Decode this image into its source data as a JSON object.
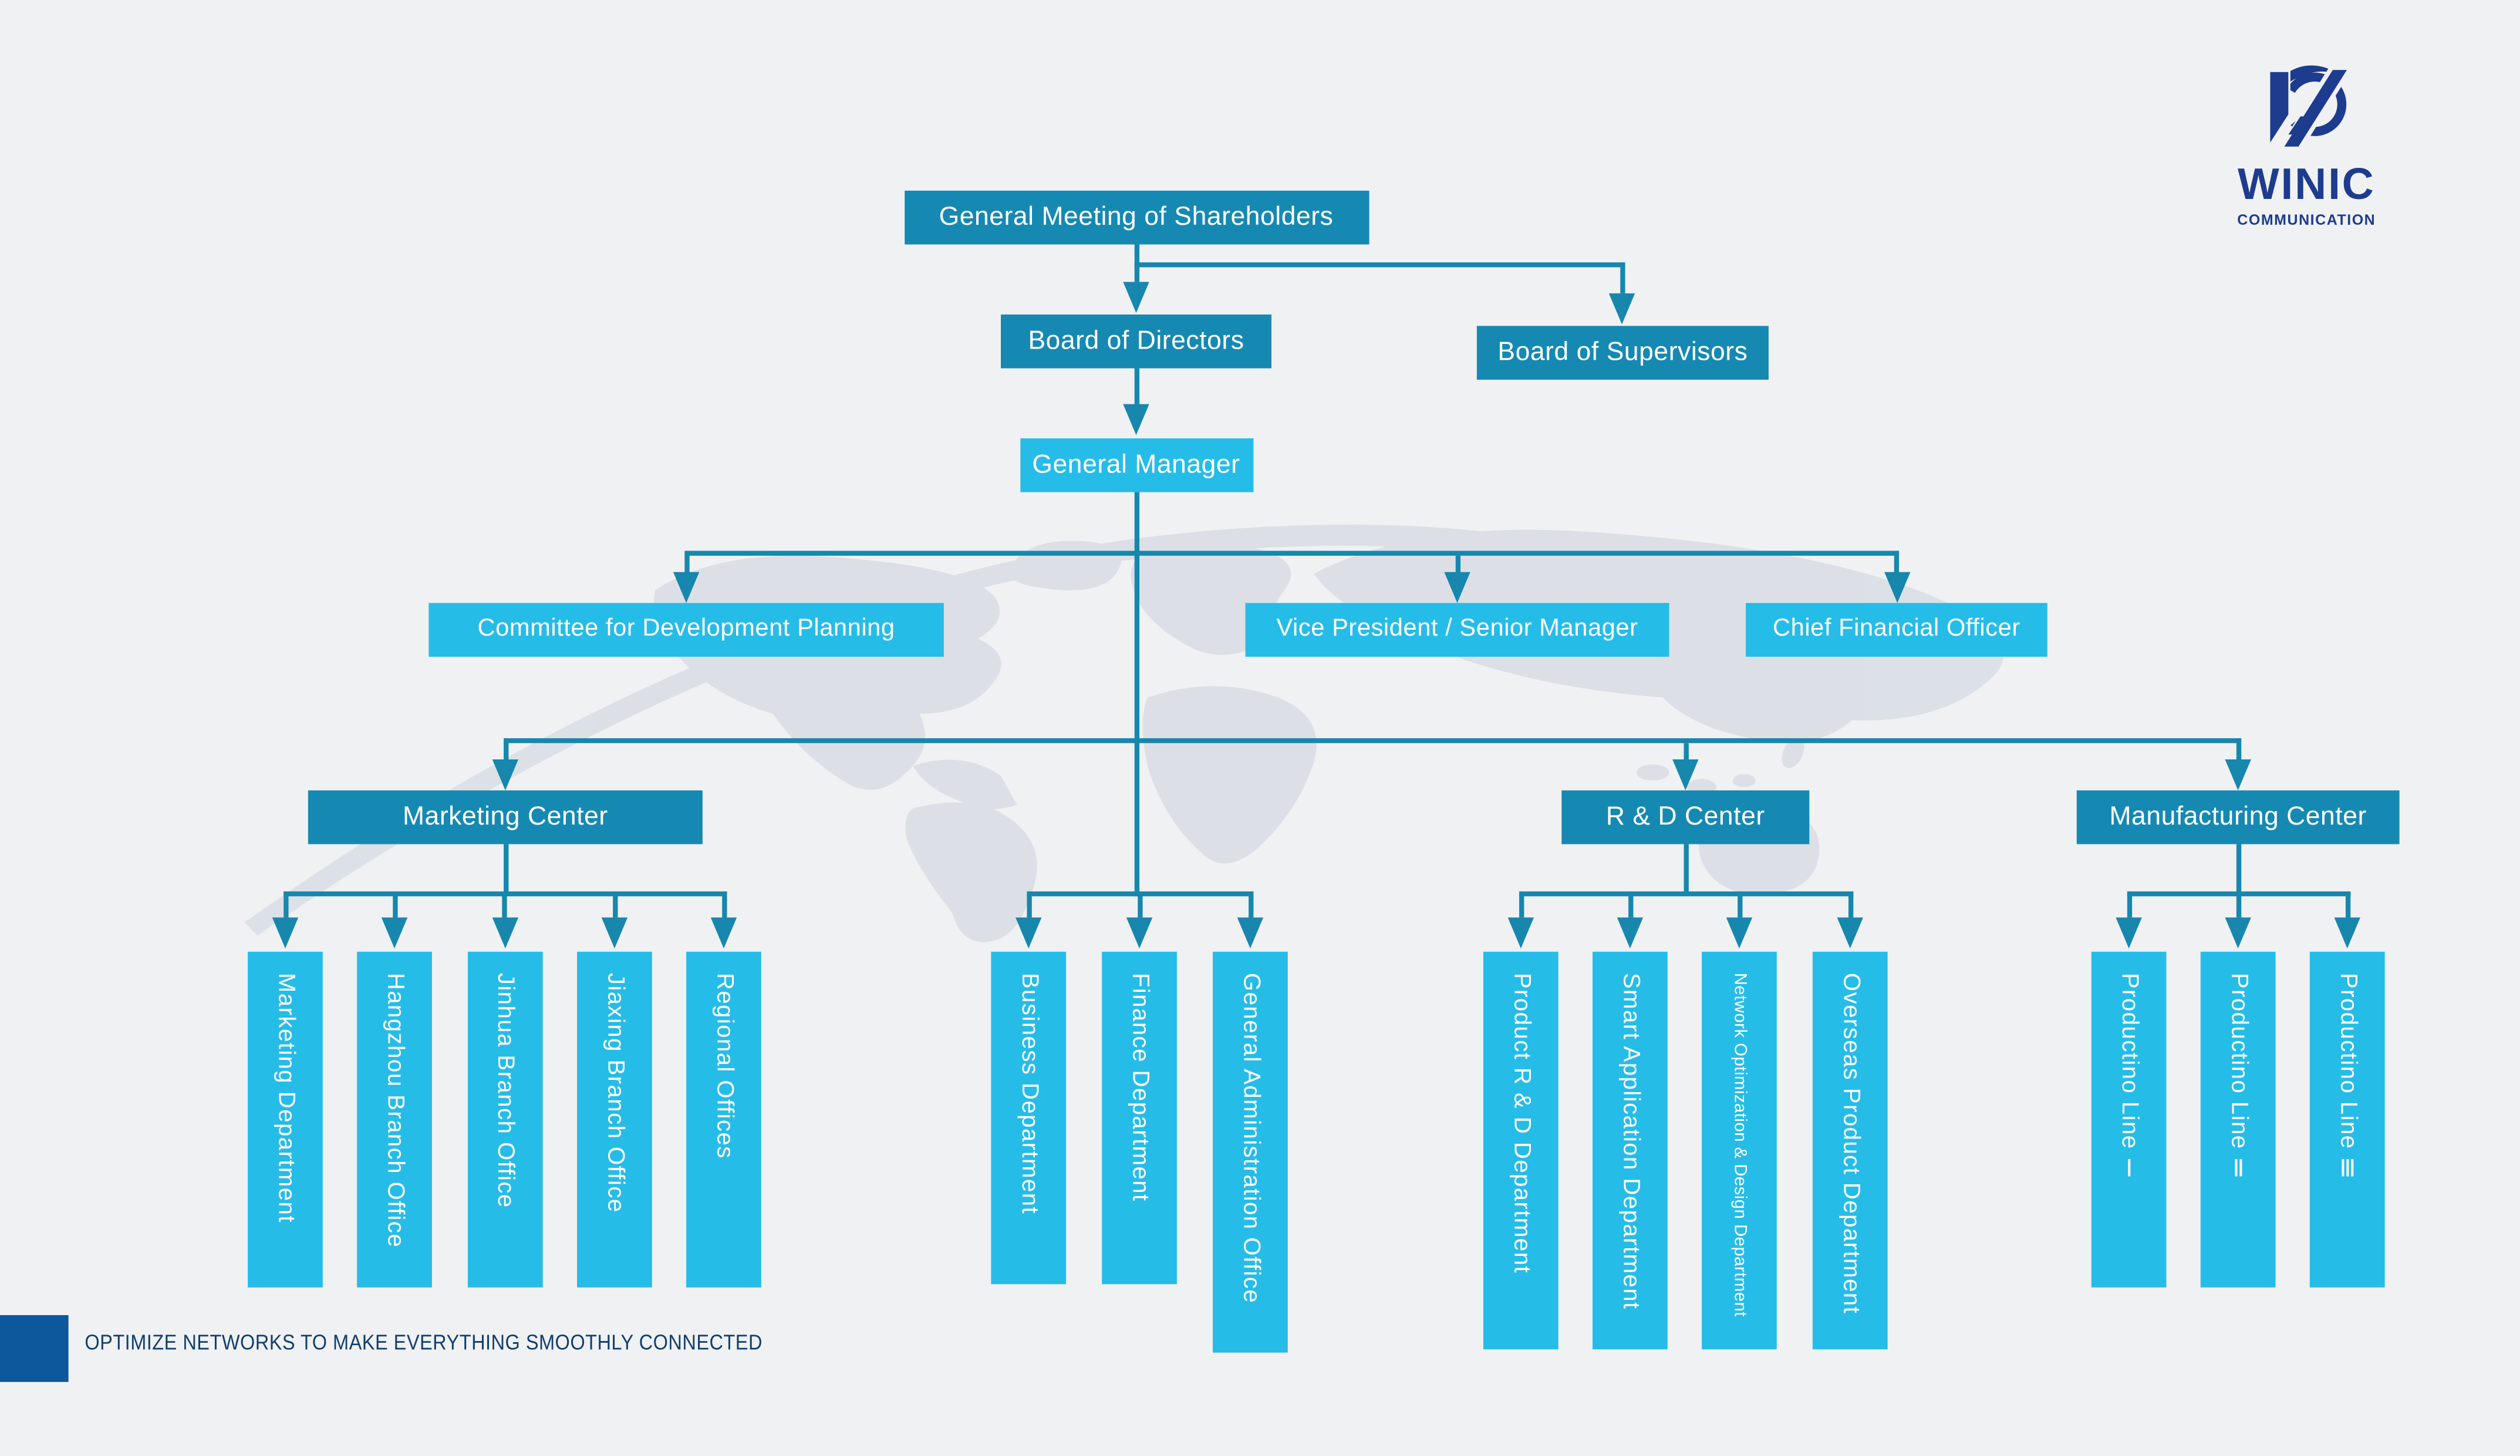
{
  "page": {
    "background": "#f0f1f3"
  },
  "colors": {
    "box_dark": "#1689b2",
    "box_light": "#26bce8",
    "connector": "#1787ad",
    "logo_navy": "#1e3c8e",
    "tagline_bar": "#0d579d",
    "tagline_text": "#113e6d",
    "map": "#ccd3dd"
  },
  "logo": {
    "brand": "WINIC",
    "subtitle": "COMMUNICATION"
  },
  "tagline": {
    "text": "OPTIMIZE NETWORKS TO MAKE EVERYTHING SMOOTHLY CONNECTED"
  },
  "org": {
    "level1": "General Meeting of Shareholders",
    "level2": [
      "Board of Directors",
      "Board of Supervisors"
    ],
    "level3": "General Manager",
    "level4": [
      "Committee for Development Planning",
      "Vice President / Senior Manager",
      "Chief Financial Officer"
    ],
    "centers": [
      "Marketing Center",
      "R & D Center",
      "Manufacturing Center"
    ],
    "marketing_children": [
      "Marketing Department",
      "Hangzhou Branch Office",
      "Jinhua Branch Office",
      "Jiaxing Branch Office",
      "Regional Offices"
    ],
    "admin_children": [
      "Business Department",
      "Finance Department",
      "General Administration Office"
    ],
    "rd_children": [
      "Product R & D Department",
      "Smart Application Department",
      "Network Optimization & Design Department",
      "Overseas Product Department"
    ],
    "manufacturing_children": [
      "Productino Line Ⅰ",
      "Productino Line Ⅱ",
      "Productino Line Ⅲ"
    ]
  }
}
